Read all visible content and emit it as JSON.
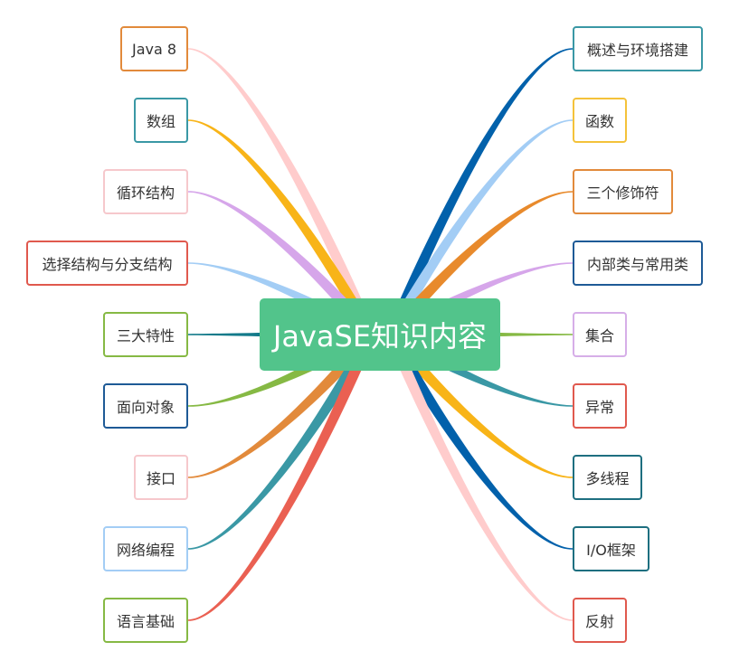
{
  "center": {
    "label": "JavaSE知识内容",
    "color": "#52c48b"
  },
  "left_nodes": [
    {
      "label": "Java 8",
      "color": "#e28a3b"
    },
    {
      "label": "数组",
      "color": "#3a98a5"
    },
    {
      "label": "循环结构",
      "color": "#f6c8cc"
    },
    {
      "label": "选择结构与分支结构",
      "color": "#e0594e"
    },
    {
      "label": "三大特性",
      "color": "#86b944"
    },
    {
      "label": "面向对象",
      "color": "#1e5a96"
    },
    {
      "label": "接口",
      "color": "#f6c8cc"
    },
    {
      "label": "网络编程",
      "color": "#a3cdf5"
    },
    {
      "label": "语言基础",
      "color": "#86b944"
    }
  ],
  "right_nodes": [
    {
      "label": "概述与环境搭建",
      "color": "#3a98a5"
    },
    {
      "label": "函数",
      "color": "#f4c23a"
    },
    {
      "label": "三个修饰符",
      "color": "#e28a3b"
    },
    {
      "label": "内部类与常用类",
      "color": "#1e5a96"
    },
    {
      "label": "集合",
      "color": "#d6aee8"
    },
    {
      "label": "异常",
      "color": "#e0594e"
    },
    {
      "label": "多线程",
      "color": "#1e6f80"
    },
    {
      "label": "I/O框架",
      "color": "#1e6f80"
    },
    {
      "label": "反射",
      "color": "#e0594e"
    }
  ],
  "branch_colors": {
    "left": [
      "#ffcccc",
      "#f8b418",
      "#d6a6ea",
      "#a3cdf5",
      "#137a8a",
      "#86b944",
      "#e28a3b",
      "#3a98a5",
      "#ea6052"
    ],
    "right": [
      "#0261ab",
      "#a3cdf5",
      "#e88a2c",
      "#d6a6ea",
      "#86b944",
      "#3a98a5",
      "#f8b418",
      "#0261ab",
      "#ffcccc"
    ]
  }
}
